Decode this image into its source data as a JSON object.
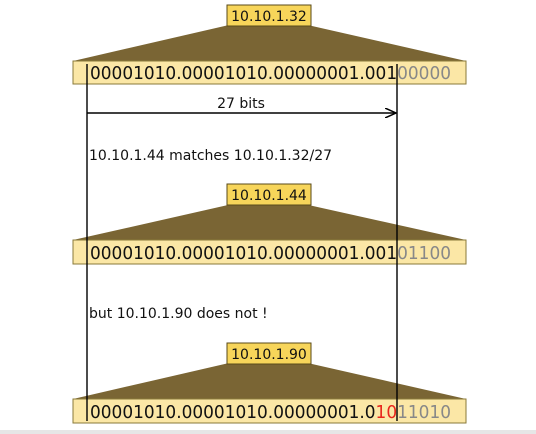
{
  "colors": {
    "triangle": "#7a6534",
    "box_fill": "#fbe7a6",
    "box_stroke": "#8a7a3a",
    "label_fill": "#f7d55a",
    "matched_text": "#111111",
    "unmatched_text": "#888888",
    "mismatch_text": "#e8261c"
  },
  "blocks": [
    {
      "ip": "10.10.1.32",
      "binary_prefix": "00001010.00001010.00000001.001",
      "binary_mismatch": "",
      "binary_rest": "00000"
    },
    {
      "ip": "10.10.1.44",
      "binary_prefix": "00001010.00001010.00000001.001",
      "binary_mismatch": "",
      "binary_rest": "01100"
    },
    {
      "ip": "10.10.1.90",
      "binary_prefix": "00001010.00001010.00000001.0",
      "binary_mismatch": "10",
      "binary_rest": "11010"
    }
  ],
  "arrow_label": "27 bits",
  "text_match": "10.10.1.44 matches 10.10.1.32/27",
  "text_nomatch": "but 10.10.1.90 does not !"
}
